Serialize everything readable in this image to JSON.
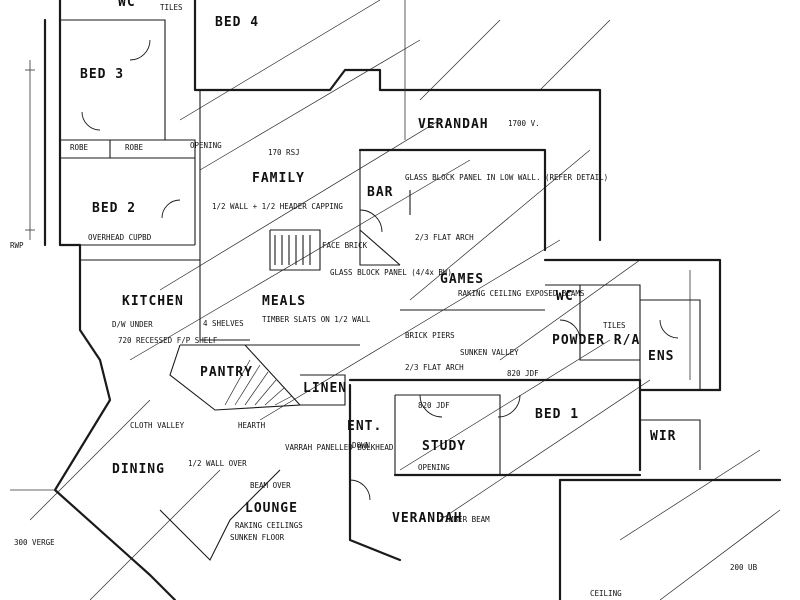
{
  "rooms": {
    "wc": "WC",
    "bed4": "BED 4",
    "bed3": "BED 3",
    "bed2": "BED 2",
    "family": "FAMILY",
    "verandah_top": "VERANDAH",
    "bar": "BAR",
    "kitchen": "KITCHEN",
    "meals": "MEALS",
    "games": "GAMES",
    "pantry": "PANTRY",
    "linen": "LINEN",
    "powder": "POWDER R/A",
    "ens": "ENS",
    "dining": "DINING",
    "lounge": "LOUNGE",
    "ent": "ENT.",
    "study": "STUDY",
    "bed1": "BED 1",
    "wir": "WIR",
    "verandah_bottom": "VERANDAH",
    "wc2": "WC"
  },
  "notes": {
    "tiles_top": "TILES",
    "robe1": "ROBE",
    "robe2": "ROBE",
    "opening": "OPENING",
    "verandah_dim": "1700 V.",
    "lintel_family": "170 RSJ",
    "wall_header": "1/2 WALL + 1/2 HEADER CAPPING",
    "face_brick": "FACE BRICK",
    "glass_block_bar": "GLASS BLOCK PANEL IN LOW WALL. (REFER DETAIL)",
    "flat_arch_1": "2/3 FLAT ARCH",
    "flat_arch_2": "2/3 FLAT ARCH",
    "glass_block_meals": "GLASS BLOCK PANEL (4/4x BW)",
    "overhead_cupbd": "OVERHEAD CUPBD",
    "raking_games": "RAKING CEILING EXPOSED BEAMS",
    "dw_under": "D/W UNDER",
    "shelves": "4 SHELVES",
    "timber_slats": "TIMBER SLATS ON 1/2 WALL",
    "brick_piers": "BRICK PIERS",
    "raised_fp": "720 RECESSED F/P SHELF",
    "sunken_valley": "SUNKEN VALLEY",
    "tiles_powder": "TILES",
    "cloth_valley": "CLOTH VALLEY",
    "hearth": "HEARTH",
    "varnah": "VARRAH PANELLED BULKHEAD",
    "beam_over": "BEAM OVER",
    "raking_lounge": "RAKING CEILINGS",
    "sunken_floor": "SUNKEN FLOOR",
    "half_wall_over": "1/2 WALL OVER",
    "down": "DOWN",
    "opening_study": "OPENING",
    "timber_beam": "TIMBER BEAM",
    "jdf_1": "820 JDF",
    "jdf_2": "820 JDF",
    "ceiling_bottom": "CEILING",
    "ub": "200 UB",
    "rwp": "RWP",
    "verge": "300 VERGE"
  }
}
